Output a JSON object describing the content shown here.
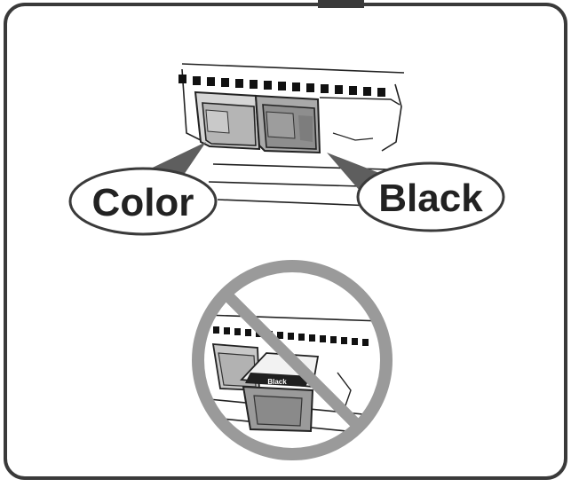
{
  "labels": {
    "color": "Color",
    "black": "Black",
    "cartridge_label": "Black"
  },
  "colors": {
    "frame_stroke": "#3a3a3a",
    "prohibition": "#9a9a9a",
    "callout_fill": "#5e5e5e",
    "cartridge_light": "#b8b8b8",
    "cartridge_dark": "#8d8d8d"
  },
  "icons": {
    "prohibition": "no-entry-circle-slash",
    "top_tab": "frame-tab"
  }
}
